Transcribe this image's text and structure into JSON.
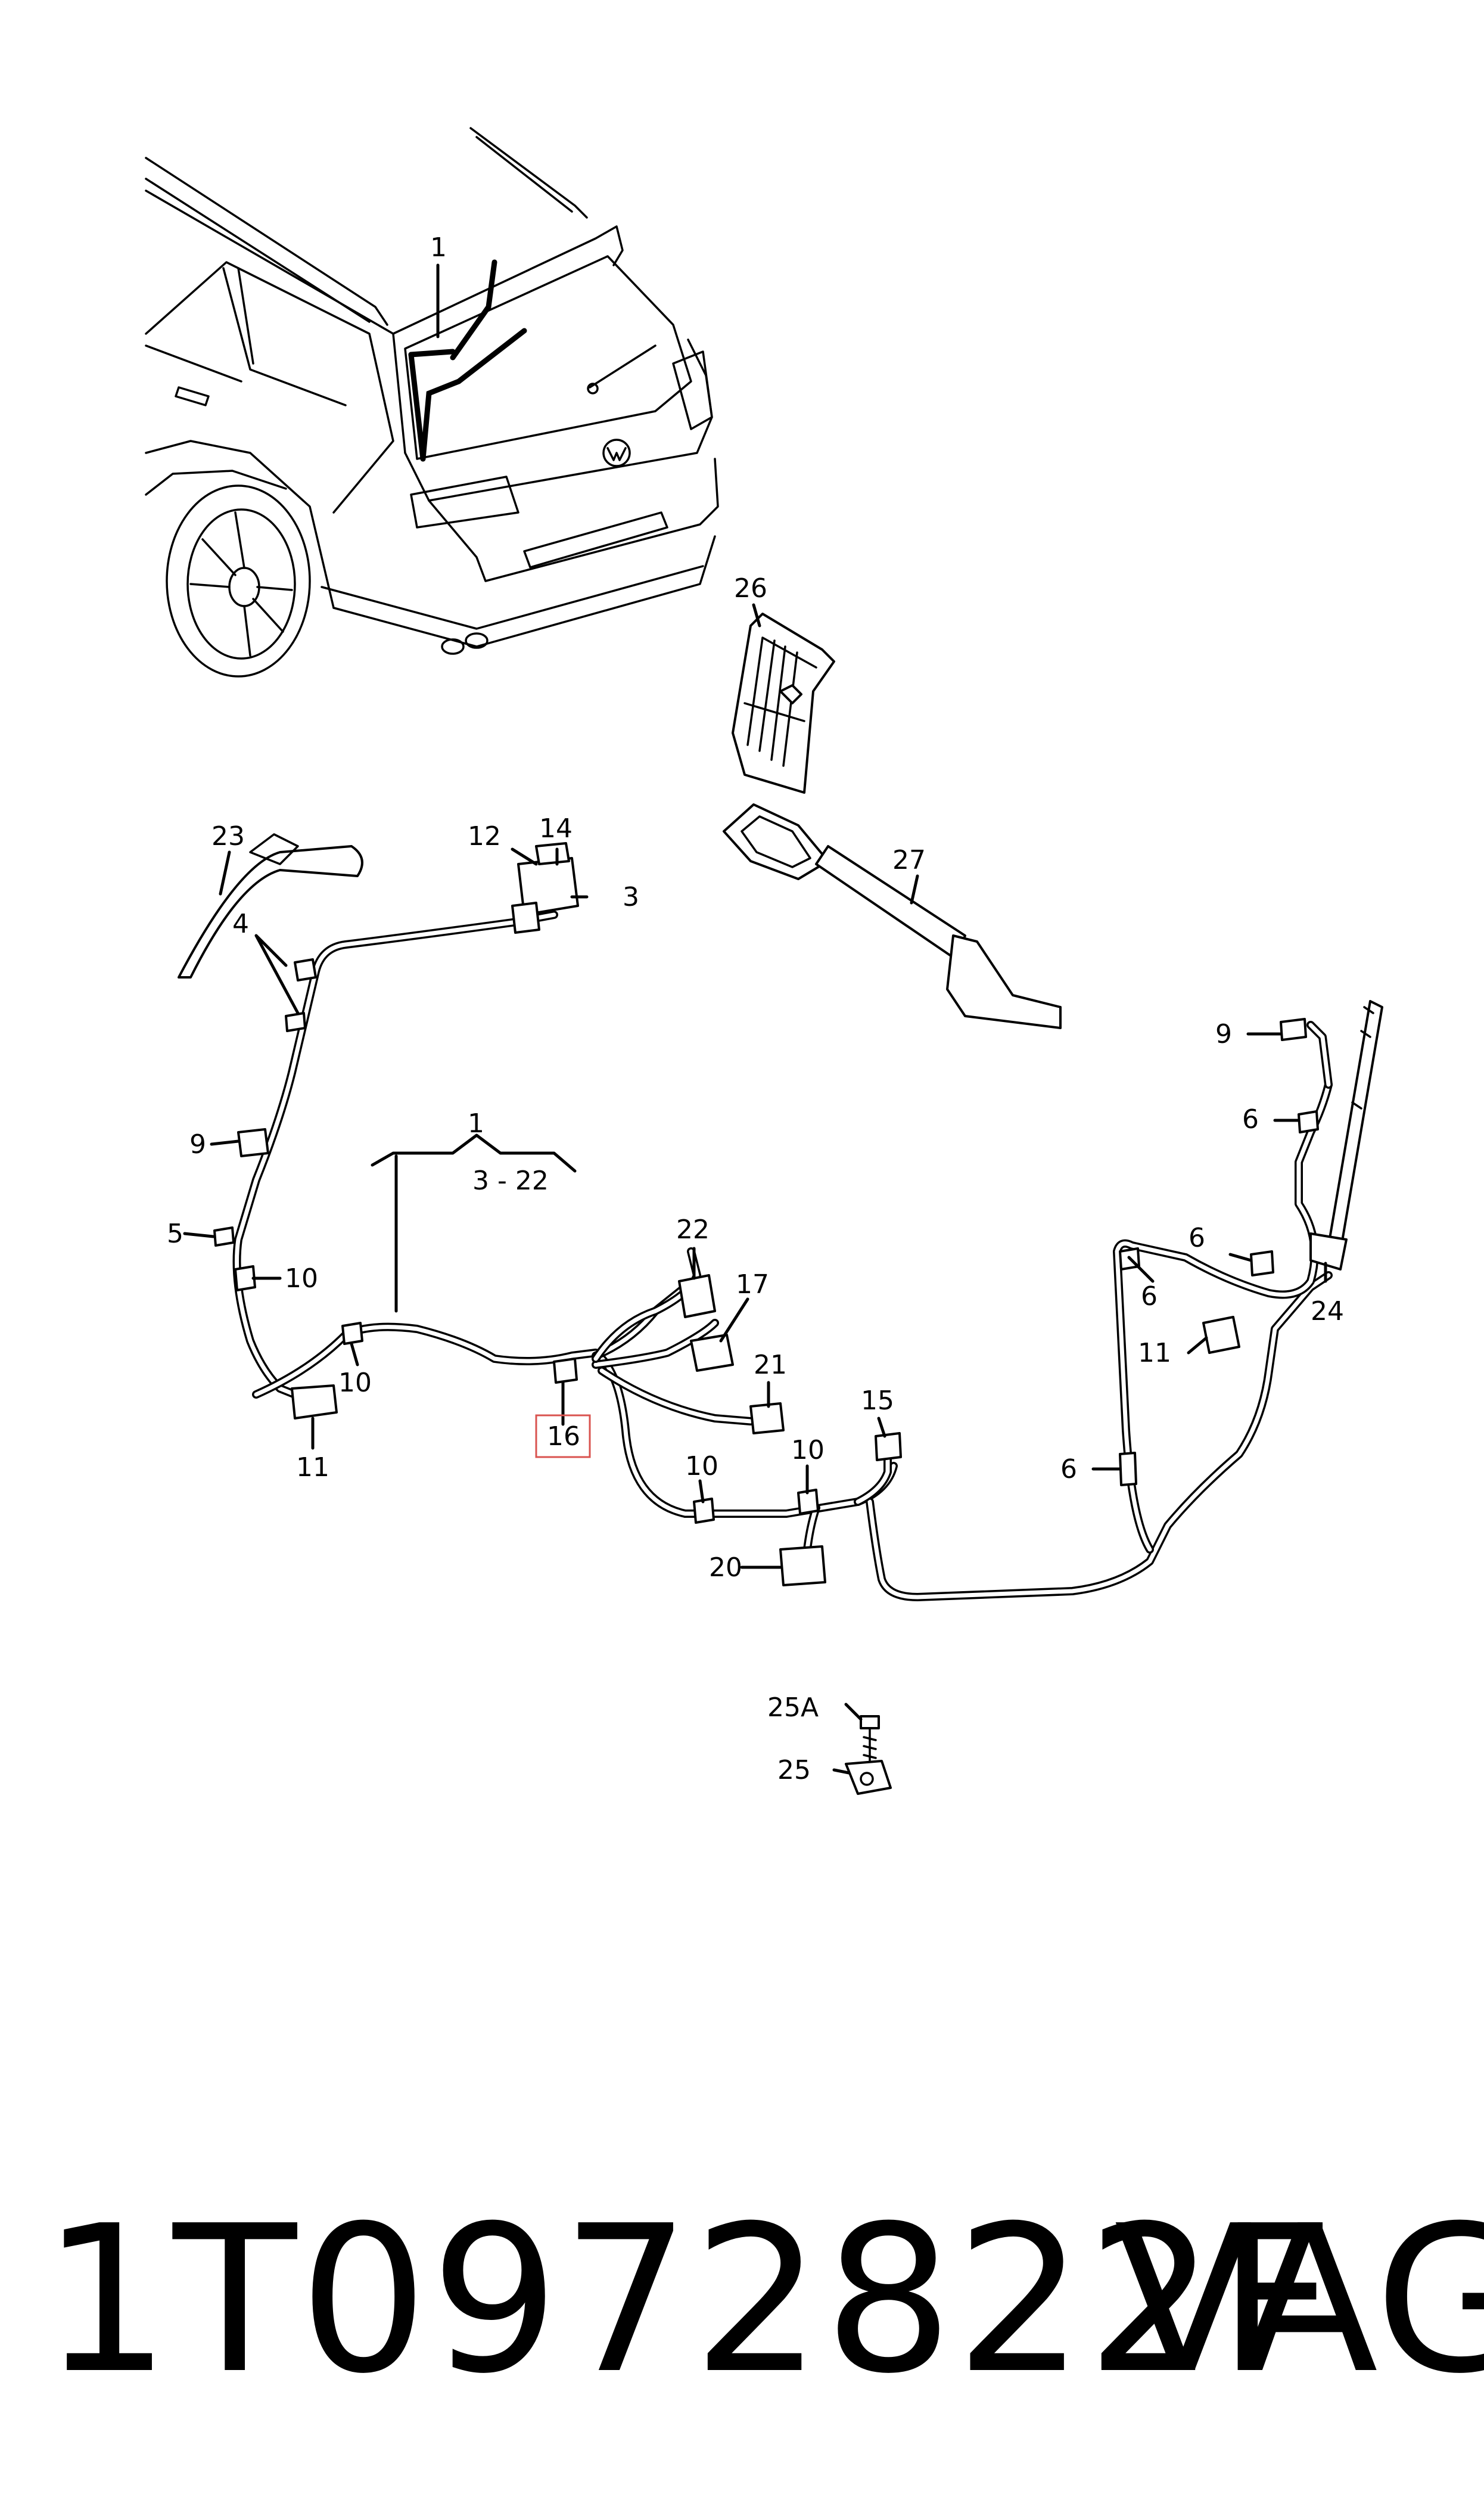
{
  "diagram": {
    "labels": {
      "car_harness": "1",
      "group_number": "1",
      "group_range": "3 - 22",
      "l3": "3",
      "l4": "4",
      "l5": "5",
      "l6a": "6",
      "l6b": "6",
      "l6c": "6",
      "l6d": "6",
      "l9a": "9",
      "l9b": "9",
      "l10a": "10",
      "l10b": "10",
      "l10c": "10",
      "l10d": "10",
      "l11a": "11",
      "l11b": "11",
      "l12": "12",
      "l14": "14",
      "l15": "15",
      "l16": "16",
      "l17": "17",
      "l20": "20",
      "l21": "21",
      "l22": "22",
      "l23": "23",
      "l24": "24",
      "l25": "25",
      "l25a": "25A",
      "l26": "26",
      "l27": "27"
    },
    "highlight_color": "#d9534f"
  },
  "footer": {
    "part_number": "1T0972822F",
    "brand": "VAG"
  }
}
